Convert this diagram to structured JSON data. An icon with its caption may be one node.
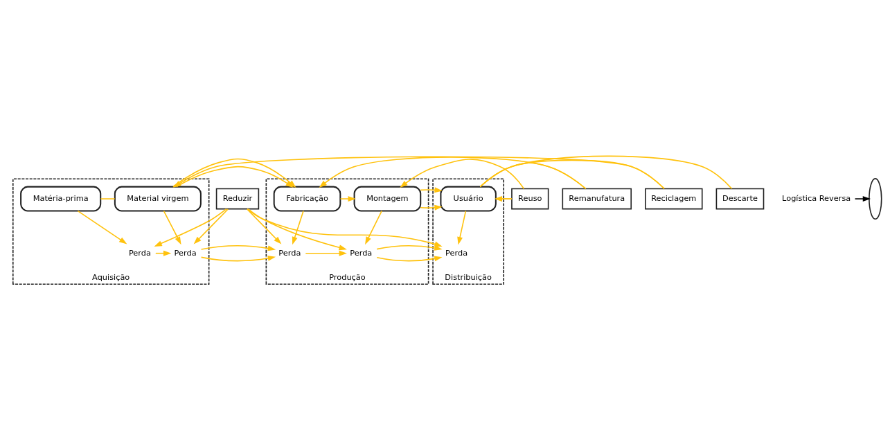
{
  "diagram": {
    "nodes": [
      {
        "text": [
          "Aquisição"
        ]
      },
      {
        "text": [
          "Matéria-prima"
        ],
        "in": 0
      },
      {
        "text": [
          "Material virgem"
        ],
        "in": 0
      },
      {
        "text": [
          "Perda"
        ],
        "in": 0
      },
      {
        "text": [
          "Perda"
        ],
        "in": 0
      },
      {
        "text": [
          "Produção"
        ]
      },
      {
        "text": [
          "Fabricação"
        ],
        "in": 5
      },
      {
        "text": [
          "Montagem"
        ],
        "in": 5
      },
      {
        "text": [
          "Perda"
        ],
        "in": 5
      },
      {
        "text": [
          "Perda"
        ],
        "in": 5
      },
      {
        "text": [
          "Distribuição"
        ]
      },
      {
        "text": [
          "Usuário"
        ],
        "in": 10
      },
      {
        "text": [
          "Perda"
        ],
        "in": 10
      },
      {
        "text": [
          "Reuso"
        ]
      },
      {
        "text": [
          "Remanufatura"
        ]
      },
      {
        "text": [
          "Reciclagem"
        ]
      },
      {
        "text": [
          "Descarte"
        ]
      },
      {
        "text": [
          "Reduzir"
        ]
      },
      {
        "text": [
          "Logística Reversa"
        ]
      },
      {
        "text": [],
        "shape": "ellipse"
      }
    ],
    "edges": [
      {
        "from": 1,
        "to": 2,
        "arrow": "none"
      },
      {
        "from": 2,
        "to": 6,
        "arrow": "to"
      },
      {
        "from": 6,
        "to": 7,
        "arrow": "to"
      },
      {
        "from": 7,
        "to": 11,
        "arrow": "to"
      },
      {
        "from": 1,
        "to": 3,
        "arrow": "to"
      },
      {
        "from": 2,
        "to": 4,
        "arrow": "to"
      },
      {
        "from": 6,
        "to": 8,
        "arrow": "to"
      },
      {
        "from": 7,
        "to": 9,
        "arrow": "to"
      },
      {
        "from": 11,
        "to": 12,
        "arrow": "to"
      },
      {
        "from": 3,
        "to": 4,
        "arrow": "to"
      },
      {
        "from": 4,
        "to": 8,
        "arrow": "to"
      },
      {
        "from": 8,
        "to": 9,
        "arrow": "to"
      },
      {
        "from": 9,
        "to": 12,
        "arrow": "to"
      },
      {
        "from": 17,
        "to": 3,
        "arrow": "to"
      },
      {
        "from": 17,
        "to": 4,
        "arrow": "to"
      },
      {
        "from": 17,
        "to": 8,
        "arrow": "to"
      },
      {
        "from": 17,
        "to": 9,
        "arrow": "to"
      },
      {
        "from": 17,
        "to": 12,
        "arrow": "to"
      },
      {
        "from": 11,
        "to": 13,
        "arrow": "none"
      },
      {
        "from": 11,
        "to": 14,
        "arrow": "none"
      },
      {
        "from": 11,
        "to": 15,
        "arrow": "none"
      },
      {
        "from": 11,
        "to": 16,
        "arrow": "none"
      },
      {
        "from": 13,
        "to": 7,
        "arrow": "to"
      },
      {
        "from": 13,
        "to": 11,
        "arrow": "to"
      },
      {
        "from": 14,
        "to": 6,
        "arrow": "to"
      },
      {
        "from": 15,
        "to": 2,
        "arrow": "to"
      },
      {
        "from": 18,
        "to": 19,
        "arrow": "to",
        "color": "#000000"
      }
    ]
  }
}
